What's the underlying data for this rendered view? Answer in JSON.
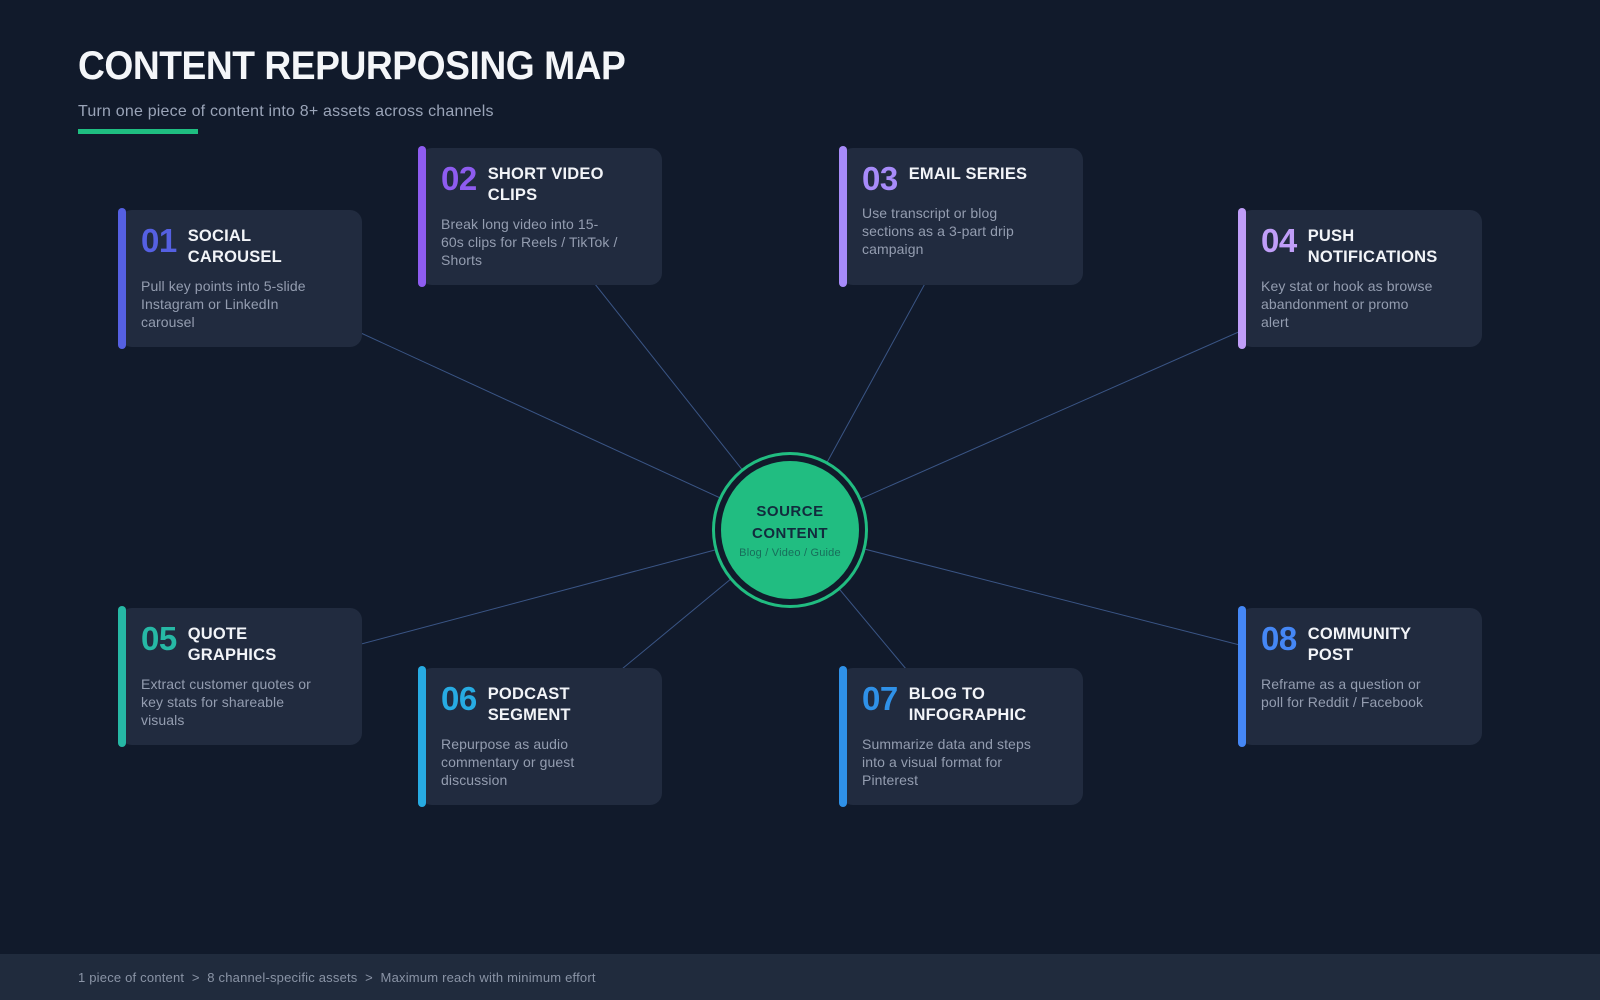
{
  "header": {
    "title": "CONTENT REPURPOSING MAP",
    "subtitle": "Turn one piece of content into 8+ assets across channels"
  },
  "center_node": {
    "title": "SOURCE CONTENT",
    "subtitle": "Blog / Video / Guide"
  },
  "cards": [
    {
      "number": "01",
      "title": "SOCIAL CAROUSEL",
      "description": "Pull key points into 5-slide Instagram or LinkedIn carousel",
      "accent": "#5560e2"
    },
    {
      "number": "02",
      "title": "SHORT VIDEO CLIPS",
      "description": "Break long video into 15-60s clips for Reels / TikTok / Shorts",
      "accent": "#8e5cf0"
    },
    {
      "number": "03",
      "title": "EMAIL SERIES",
      "description": "Use transcript or blog sections as a 3-part drip campaign",
      "accent": "#a78bfa"
    },
    {
      "number": "04",
      "title": "PUSH NOTIFICATIONS",
      "description": "Key stat or hook as browse abandonment or promo alert",
      "accent": "#c09ef8"
    },
    {
      "number": "05",
      "title": "QUOTE GRAPHICS",
      "description": "Extract customer quotes or key stats for shareable visuals",
      "accent": "#26b8a5"
    },
    {
      "number": "06",
      "title": "PODCAST SEGMENT",
      "description": "Repurpose as audio commentary or guest discussion",
      "accent": "#27abe2"
    },
    {
      "number": "07",
      "title": "BLOG TO INFOGRAPHIC",
      "description": "Summarize data and steps into a visual format for Pinterest",
      "accent": "#2f91e8"
    },
    {
      "number": "08",
      "title": "COMMUNITY POST",
      "description": "Reframe as a question or poll for Reddit / Facebook",
      "accent": "#4587f5"
    }
  ],
  "footer": {
    "text": "1 piece of content  >  8 channel-specific assets  >  Maximum reach with minimum effort"
  },
  "colors": {
    "background": "#111a2b",
    "card_background": "#212b3f",
    "accent_green": "#1fbe81",
    "connector_line": "#3c5a8c",
    "footer_background": "#202b3d",
    "heading_text": "#f4f6f9",
    "body_text": "#949db0"
  }
}
